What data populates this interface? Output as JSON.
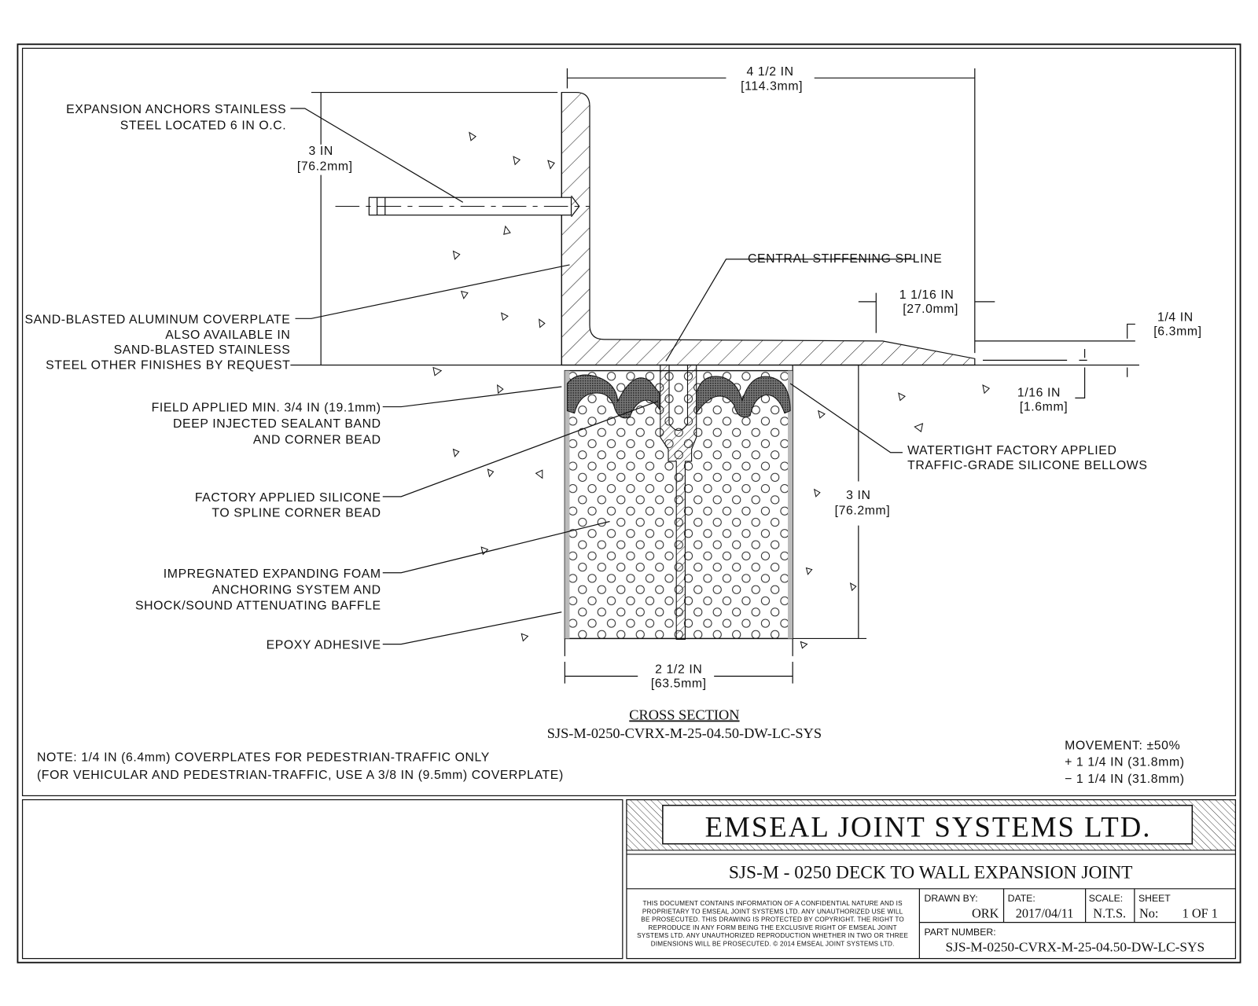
{
  "dimensions": {
    "top_width": [
      "4 1/2 IN",
      "[114.3mm]"
    ],
    "wall_height": [
      "3 IN",
      "[76.2mm]"
    ],
    "lip_width": [
      "1 1/16 IN",
      "[27.0mm]"
    ],
    "plate_thickness": [
      "1/4 IN",
      "[6.3mm]"
    ],
    "edge_thickness": [
      "1/16 IN",
      "[1.6mm]"
    ],
    "joint_depth": [
      "3 IN",
      "[76.2mm]"
    ],
    "joint_width": [
      "2 1/2 IN",
      "[63.5mm]"
    ]
  },
  "callouts": {
    "expansion_anchors": [
      "EXPANSION ANCHORS STAINLESS",
      "STEEL LOCATED 6 IN O.C."
    ],
    "coverplate": [
      "SAND-BLASTED ALUMINUM COVERPLATE",
      "ALSO AVAILABLE IN",
      "SAND-BLASTED STAINLESS",
      "STEEL OTHER FINISHES BY REQUEST"
    ],
    "central_spline": [
      "CENTRAL STIFFENING SPLINE"
    ],
    "sealant_band": [
      "FIELD APPLIED MIN. 3/4 IN (19.1mm)",
      "DEEP INJECTED SEALANT BAND",
      "AND CORNER BEAD"
    ],
    "silicone_bellows": [
      "WATERTIGHT FACTORY APPLIED",
      "TRAFFIC-GRADE SILICONE BELLOWS"
    ],
    "spline_silicone": [
      "FACTORY APPLIED SILICONE",
      "TO SPLINE CORNER BEAD"
    ],
    "foam": [
      "IMPREGNATED EXPANDING FOAM",
      "ANCHORING SYSTEM AND",
      "SHOCK/SOUND ATTENUATING BAFFLE"
    ],
    "epoxy": [
      "EPOXY ADHESIVE"
    ]
  },
  "section": {
    "title": "CROSS SECTION",
    "code": "SJS-M-0250-CVRX-M-25-04.50-DW-LC-SYS"
  },
  "note": [
    "NOTE: 1/4 IN (6.4mm) COVERPLATES FOR PEDESTRIAN-TRAFFIC ONLY",
    "(FOR VEHICULAR AND PEDESTRIAN-TRAFFIC, USE A 3/8 IN (9.5mm) COVERPLATE)"
  ],
  "movement": [
    "MOVEMENT: ±50%",
    "+ 1 1/4 IN (31.8mm)",
    "− 1 1/4 IN (31.8mm)"
  ],
  "title_block": {
    "company": "EMSEAL JOINT SYSTEMS LTD.",
    "drawing_title": "SJS-M - 0250 DECK TO WALL EXPANSION JOINT",
    "confidential": [
      "THIS DOCUMENT CONTAINS INFORMATION OF A CONFIDENTIAL NATURE AND IS",
      "PROPRIETARY TO EMSEAL JOINT SYSTEMS LTD. ANY UNAUTHORIZED USE WILL",
      "BE PROSECUTED. THIS DRAWING IS PROTECTED BY COPYRIGHT. THE RIGHT TO",
      "REPRODUCE IN ANY FORM BEING THE EXCLUSIVE RIGHT OF EMSEAL JOINT",
      "SYSTEMS LTD. ANY UNAUTHORIZED REPRODUCTION WHETHER IN TWO OR THREE",
      "DIMENSIONS WILL BE PROSECUTED. © 2014 EMSEAL JOINT SYSTEMS LTD."
    ],
    "drawn_by_label": "DRAWN BY:",
    "drawn_by": "ORK",
    "date_label": "DATE:",
    "date": "2017/04/11",
    "scale_label": "SCALE:",
    "scale": "N.T.S.",
    "sheet_label": "SHEET",
    "sheet_no_label": "No:",
    "sheet": "1 OF 1",
    "part_number_label": "PART NUMBER:",
    "part_number": "SJS-M-0250-CVRX-M-25-04.50-DW-LC-SYS"
  }
}
